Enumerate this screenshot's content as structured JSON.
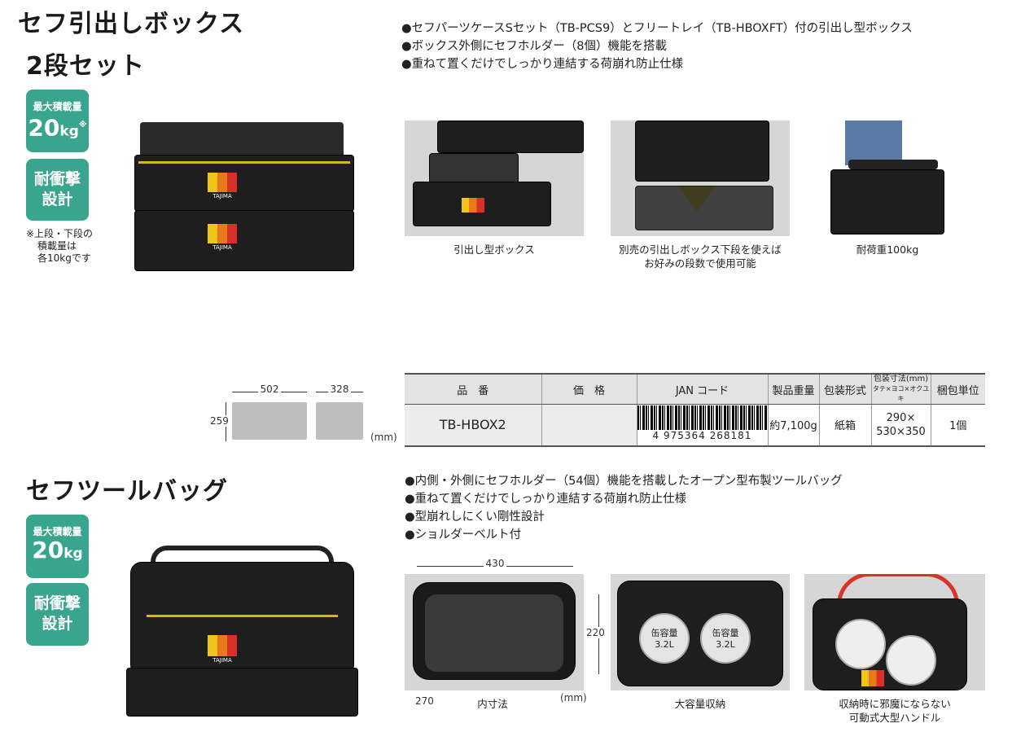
{
  "section1": {
    "title_line1": "セフ引出しボックス",
    "title_line2": "2段セット",
    "badge_load": {
      "label": "最大積載量",
      "value": "20",
      "unit": "kg",
      "mark": "※"
    },
    "badge_shock": {
      "line1": "耐衝撃",
      "line2": "設計"
    },
    "note": [
      "※上段・下段の",
      "積載量は",
      "各10kgです"
    ],
    "bullets": [
      "●セフパーツケースSセット（TB-PCS9）とフリートレイ（TB-HBOXFT）付の引出し型ボックス",
      "●ボックス外側にセフホルダー（8個）機能を搭載",
      "●重ねて置くだけでしっかり連結する荷崩れ防止仕様"
    ],
    "captions": [
      [
        "引出し型ボックス"
      ],
      [
        "別売の引出しボックス下段を使えば",
        "お好みの段数で使用可能"
      ],
      [
        "耐荷重100kg"
      ]
    ],
    "logo_text": "TAJIMA",
    "dimensions": {
      "width": "502",
      "depth": "328",
      "height": "259",
      "unit": "(mm)"
    }
  },
  "table": {
    "headers": [
      "品　番",
      "価　格",
      "JAN コード",
      "製品重量",
      "包装形式",
      "包装寸法(mm)",
      "タテ×ヨコ×オクユキ",
      "梱包単位"
    ],
    "row": {
      "part": "TB-HBOX2",
      "price": "",
      "jan": "4 975364 268181",
      "weight": "約7,100g",
      "packaging": "紙箱",
      "size_line1": "290×",
      "size_line2": "530×350",
      "unit": "1個"
    }
  },
  "section2": {
    "title": "セフツールバッグ",
    "badge_load": {
      "label": "最大積載量",
      "value": "20",
      "unit": "kg"
    },
    "badge_shock": {
      "line1": "耐衝撃",
      "line2": "設計"
    },
    "bullets": [
      "●内側・外側にセフホルダー（54個）機能を搭載したオープン型布製ツールバッグ",
      "●重ねて置くだけでしっかり連結する荷崩れ防止仕様",
      "●型崩れしにくい剛性設計",
      "●ショルダーベルト付"
    ],
    "inner_dims": {
      "width": "430",
      "height": "220",
      "depth": "270",
      "unit": "(mm)"
    },
    "can_label": [
      "缶容量",
      "3.2L"
    ],
    "captions": [
      [
        "内寸法"
      ],
      [
        "大容量収納"
      ],
      [
        "収納時に邪魔にならない",
        "可動式大型ハンドル"
      ]
    ]
  },
  "colors": {
    "badge": "#3aa58f",
    "accent": "#e0b21a"
  }
}
